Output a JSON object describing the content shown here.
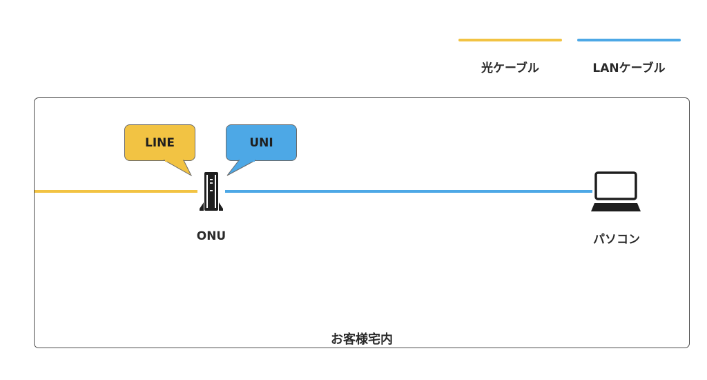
{
  "colors": {
    "fiber": "#F2C343",
    "lan": "#4DA8E6",
    "border": "#4a4a4a",
    "device": "#1e1e1e"
  },
  "legend": {
    "items": [
      {
        "label": "光ケーブル",
        "color": "#F2C343",
        "icon": "fiber-cable-line"
      },
      {
        "label": "LANケーブル",
        "color": "#4DA8E6",
        "icon": "lan-cable-line"
      }
    ]
  },
  "diagram": {
    "room_label": "お客様宅内",
    "bubbles": {
      "line": {
        "label": "LINE",
        "color": "#F2C343"
      },
      "uni": {
        "label": "UNI",
        "color": "#4DA8E6"
      }
    },
    "nodes": {
      "onu": {
        "label": "ONU",
        "icon": "onu-device-icon"
      },
      "pc": {
        "label": "パソコン",
        "icon": "laptop-icon"
      }
    }
  }
}
